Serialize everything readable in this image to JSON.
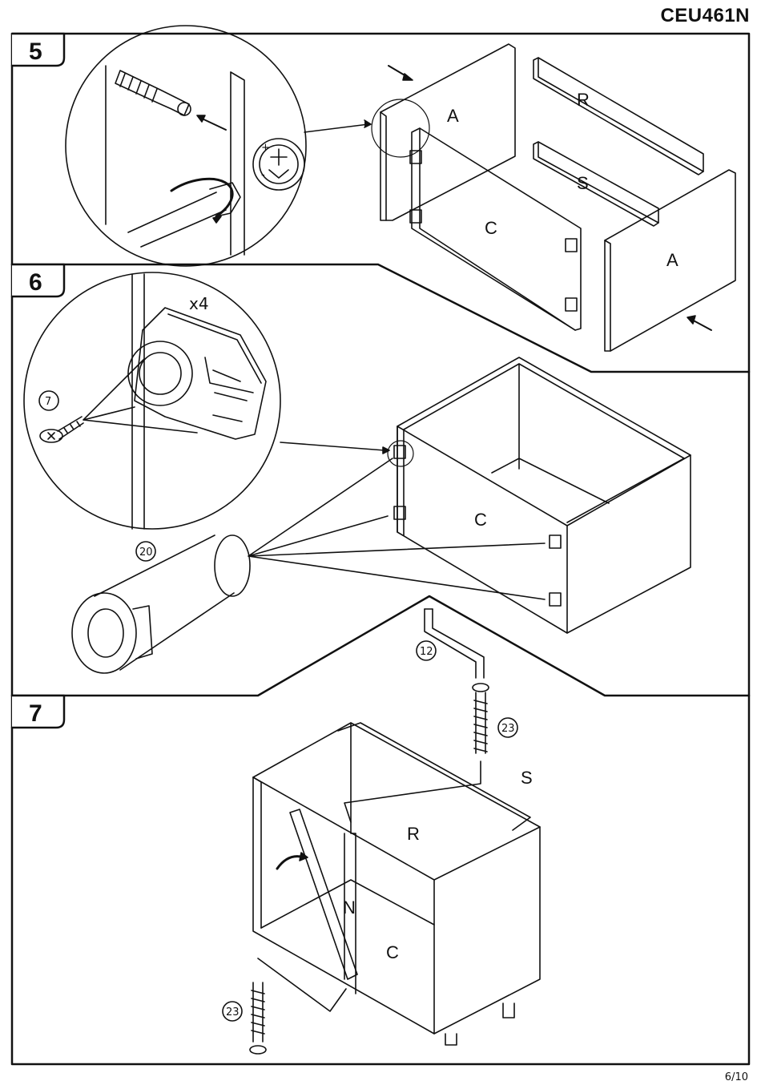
{
  "header": {
    "code": "CEU461N"
  },
  "footer": {
    "page": "6/10"
  },
  "steps": [
    {
      "number": "5",
      "labels": {
        "panel_a_left": "A",
        "rail_r": "R",
        "rail_s": "S",
        "panel_c": "C",
        "panel_a_right": "A"
      }
    },
    {
      "number": "6",
      "quantity": "x4",
      "parts": {
        "screw": "7",
        "dowel": "20"
      },
      "labels": {
        "panel_c": "C"
      }
    },
    {
      "number": "7",
      "parts": {
        "key": "12",
        "leg_top": "23",
        "leg_bottom": "23"
      },
      "labels": {
        "s": "S",
        "r": "R",
        "n": "N",
        "c": "C"
      }
    }
  ]
}
